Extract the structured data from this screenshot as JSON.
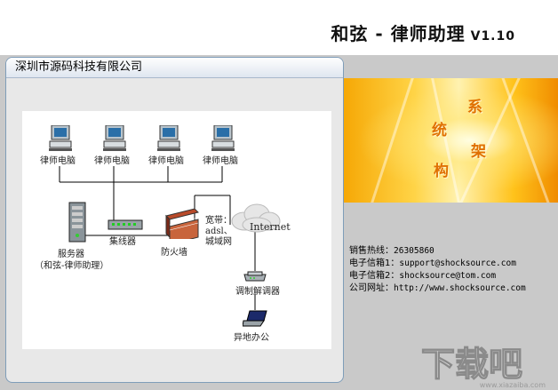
{
  "header": {
    "title": "和弦 - 律师助理",
    "version": "V1.10"
  },
  "panel": {
    "title": "深圳市源码科技有限公司"
  },
  "banner": {
    "chars": [
      "系",
      "统",
      "架",
      "构"
    ]
  },
  "diagram": {
    "pc_labels": [
      "律师电脑",
      "律师电脑",
      "律师电脑",
      "律师电脑"
    ],
    "server_label": "服务器",
    "server_sub": "（和弦-律师助理）",
    "hub_label": "集线器",
    "firewall_label": "防火墙",
    "broadband_lines": [
      "宽带：",
      "adsl、",
      "城域网"
    ],
    "internet_label": "Internet",
    "modem_label": "调制解调器",
    "remote_label": "异地办公"
  },
  "contact": [
    {
      "label": "销售热线：",
      "value": "26305860"
    },
    {
      "label": "电子信箱1：",
      "value": "support@shocksource.com"
    },
    {
      "label": "电子信箱2：",
      "value": "shocksource@tom.com"
    },
    {
      "label": "公司网址：",
      "value": "http://www.shocksource.com"
    }
  ],
  "watermark": {
    "text": "下载吧",
    "url": "www.xiazaiba.com"
  }
}
